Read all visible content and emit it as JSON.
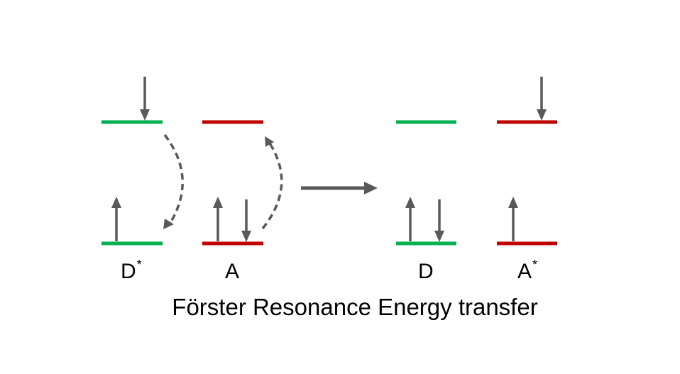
{
  "labels": {
    "donor_excited": {
      "base": "D",
      "sup": "*"
    },
    "acceptor_ground": {
      "base": "A",
      "sup": ""
    },
    "donor_ground": {
      "base": "D",
      "sup": ""
    },
    "acceptor_excited": {
      "base": "A",
      "sup": "*"
    }
  },
  "caption": "Förster Resonance Energy transfer",
  "colors": {
    "donor_level": "#00b050",
    "acceptor_level": "#c00000",
    "arrow": "#595959"
  }
}
